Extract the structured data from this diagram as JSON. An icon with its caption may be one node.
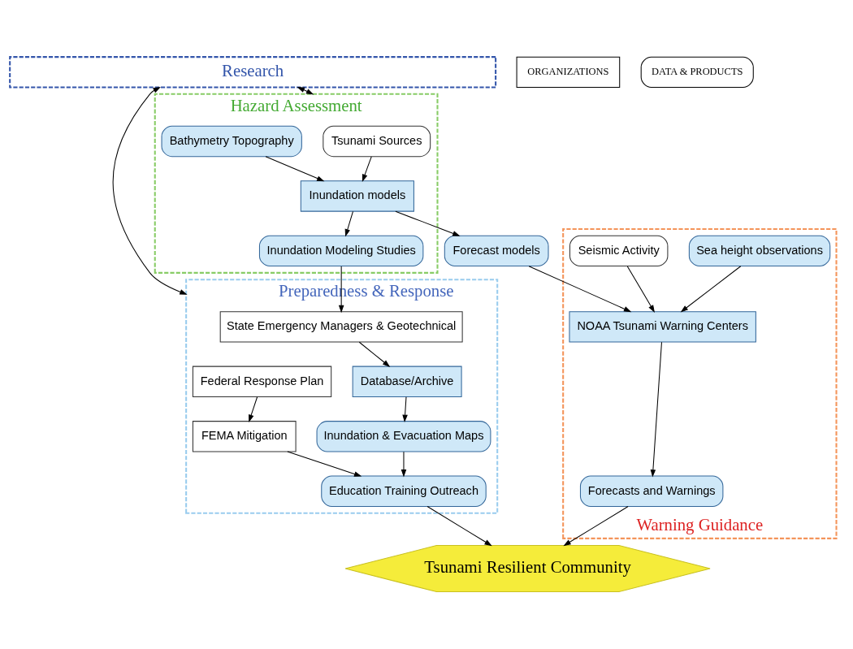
{
  "diagram": {
    "nodes": [
      {
        "text": [
          "Research"
        ]
      },
      {
        "text": [
          "Hazard Assessment"
        ]
      },
      {
        "text": [
          "Tsunami Sources"
        ],
        "in": 1
      },
      {
        "text": [
          "Bathymetry Topography"
        ],
        "in": 1
      },
      {
        "text": [
          "Inundation models"
        ],
        "in": 1
      },
      {
        "text": [
          "Inundation Modeling Studies"
        ],
        "in": 1
      },
      {
        "text": [
          "Preparedness & Response"
        ]
      },
      {
        "text": [
          "State Emergency Managers & Geotechnical"
        ],
        "in": 6
      },
      {
        "text": [
          "Database/Archive"
        ],
        "in": 6
      },
      {
        "text": [
          "Inundation & Evacuation Maps"
        ],
        "in": 6
      },
      {
        "text": [
          "Education Training Outreach"
        ],
        "in": 6
      },
      {
        "text": [
          "FEMA Mitigation"
        ],
        "in": 6
      },
      {
        "text": [
          "Federal Response Plan"
        ],
        "in": 6
      },
      {
        "text": [
          "Forecast models"
        ]
      },
      {
        "text": [
          "Warning Guidance"
        ]
      },
      {
        "text": [
          "Sea height observations"
        ],
        "in": 14
      },
      {
        "text": [
          "Seismic Activity"
        ],
        "in": 14
      },
      {
        "text": [
          "NOAA Tsunami Warning Centers"
        ],
        "in": 14
      },
      {
        "text": [
          "Forecasts and Warnings"
        ],
        "in": 14
      },
      {
        "text": [
          "Tsunami Resilient Community"
        ]
      }
    ],
    "edges": [
      {
        "from": 0,
        "to": 1,
        "arrow": "both"
      },
      {
        "from": 0,
        "to": 6,
        "arrow": "both"
      },
      {
        "from": 2,
        "to": 4,
        "arrow": "to"
      },
      {
        "from": 3,
        "to": 4,
        "arrow": "to"
      },
      {
        "from": 4,
        "to": 5,
        "arrow": "to"
      },
      {
        "from": 5,
        "to": 7,
        "arrow": "to"
      },
      {
        "from": 4,
        "to": 13,
        "arrow": "to"
      },
      {
        "from": 7,
        "to": 8,
        "arrow": "to"
      },
      {
        "from": 8,
        "to": 9,
        "arrow": "to"
      },
      {
        "from": 9,
        "to": 10,
        "arrow": "to"
      },
      {
        "from": 13,
        "to": 17,
        "arrow": "to"
      },
      {
        "from": 15,
        "to": 17,
        "arrow": "to"
      },
      {
        "from": 16,
        "to": 17,
        "arrow": "to"
      },
      {
        "from": 17,
        "to": 18,
        "arrow": "to"
      },
      {
        "from": 18,
        "to": 19,
        "arrow": "to"
      },
      {
        "from": 10,
        "to": 19,
        "arrow": "to"
      },
      {
        "from": 11,
        "to": 10,
        "arrow": "to"
      },
      {
        "from": 12,
        "to": 11,
        "arrow": "to"
      }
    ],
    "legend": [
      {
        "text": "ORGANIZATIONS"
      },
      {
        "text": "DATA & PRODUCTS"
      }
    ]
  }
}
